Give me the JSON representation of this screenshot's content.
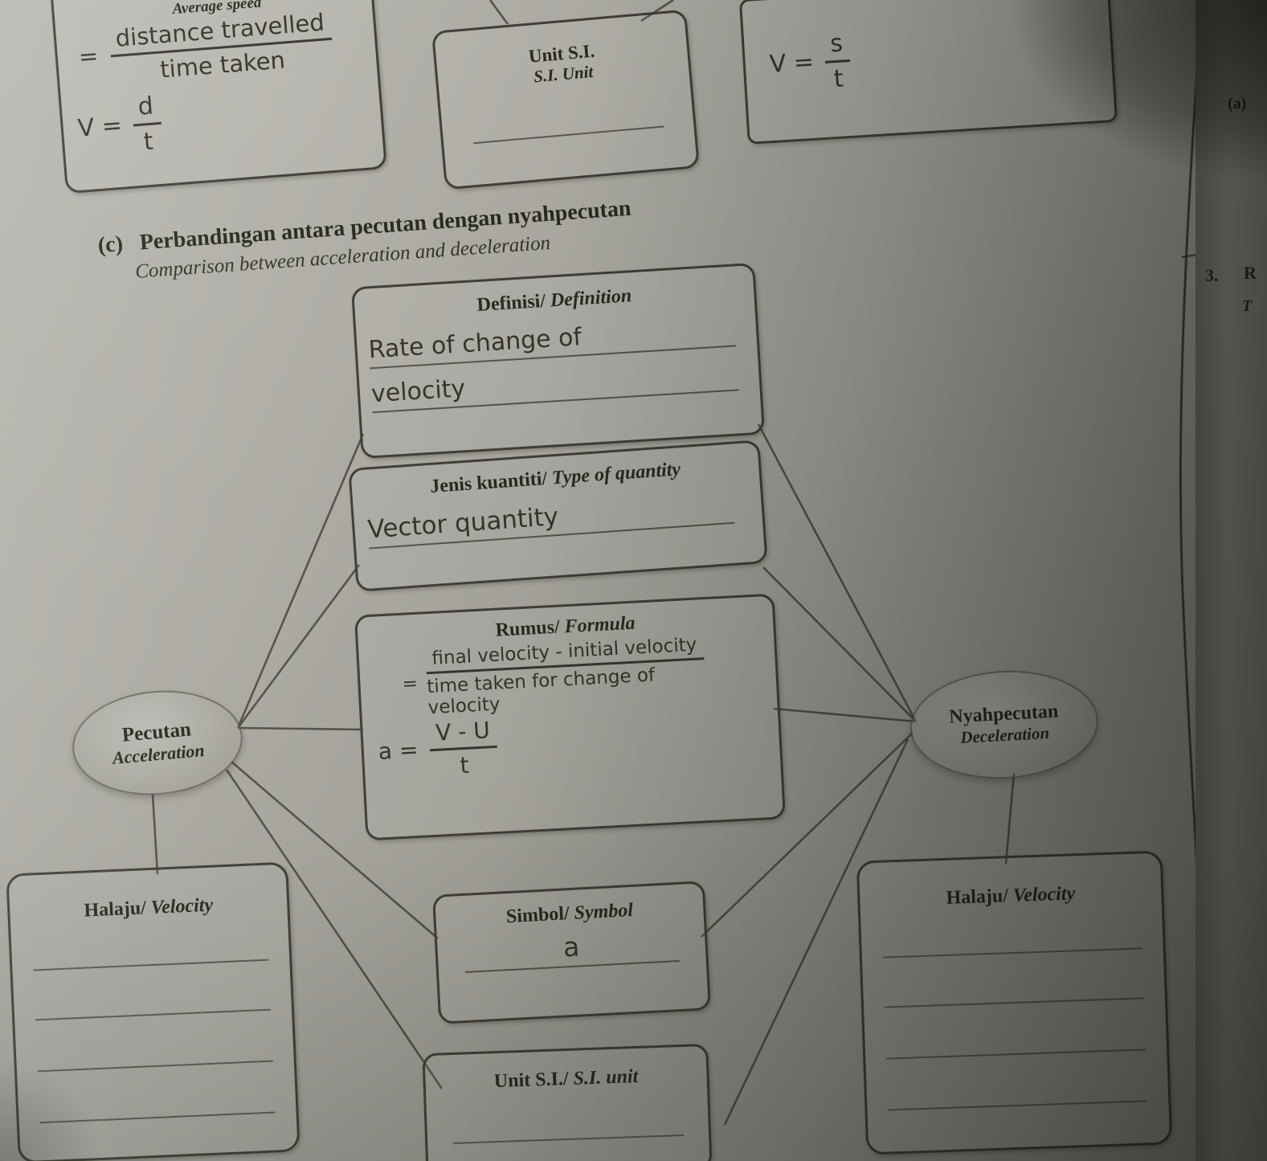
{
  "margin": {
    "top_right_label": "(a)",
    "section_number": "3.",
    "section_letter": "R",
    "section_sub": "T"
  },
  "top_left_box": {
    "printed_title": "Average speed",
    "hand_prefix": "=",
    "hand_numerator": "distance travelled",
    "hand_denominator": "time taken",
    "hand_formula_lhs": "V =",
    "hand_formula_num": "d",
    "hand_formula_den": "t"
  },
  "si_unit_box": {
    "label_ms": "Unit S.I.",
    "label_en": "S.I. Unit"
  },
  "top_right_box": {
    "hand_formula_lhs": "V =",
    "hand_formula_num": "s",
    "hand_formula_den": "t"
  },
  "heading": {
    "index": "(c)",
    "title_ms": "Perbandingan antara pecutan dengan nyahpecutan",
    "title_en": "Comparison between acceleration and deceleration"
  },
  "definition_box": {
    "label_ms": "Definisi/",
    "label_en": "Definition",
    "answer_line1": "Rate of change of",
    "answer_line2": "velocity"
  },
  "quantity_box": {
    "label_ms": "Jenis kuantiti/",
    "label_en": "Type of quantity",
    "answer": "Vector quantity"
  },
  "formula_box": {
    "label_ms": "Rumus/",
    "label_en": "Formula",
    "hand_prefix": "=",
    "hand_numerator": "final velocity - initial velocity",
    "hand_denominator_line1": "time taken for change of",
    "hand_denominator_line2": "velocity",
    "hand_symbol_lhs": "a =",
    "hand_symbol_num": "V - U",
    "hand_symbol_den": "t"
  },
  "acceleration_node": {
    "label_ms": "Pecutan",
    "label_en": "Acceleration"
  },
  "deceleration_node": {
    "label_ms": "Nyahpecutan",
    "label_en": "Deceleration"
  },
  "velocity_box_left": {
    "label_ms": "Halaju/",
    "label_en": "Velocity"
  },
  "symbol_box": {
    "label_ms": "Simbol/",
    "label_en": "Symbol",
    "answer": "a"
  },
  "unit_box": {
    "label_ms": "Unit S.I./",
    "label_en": "S.I. unit"
  },
  "velocity_box_right": {
    "label_ms": "Halaju/",
    "label_en": "Velocity"
  }
}
